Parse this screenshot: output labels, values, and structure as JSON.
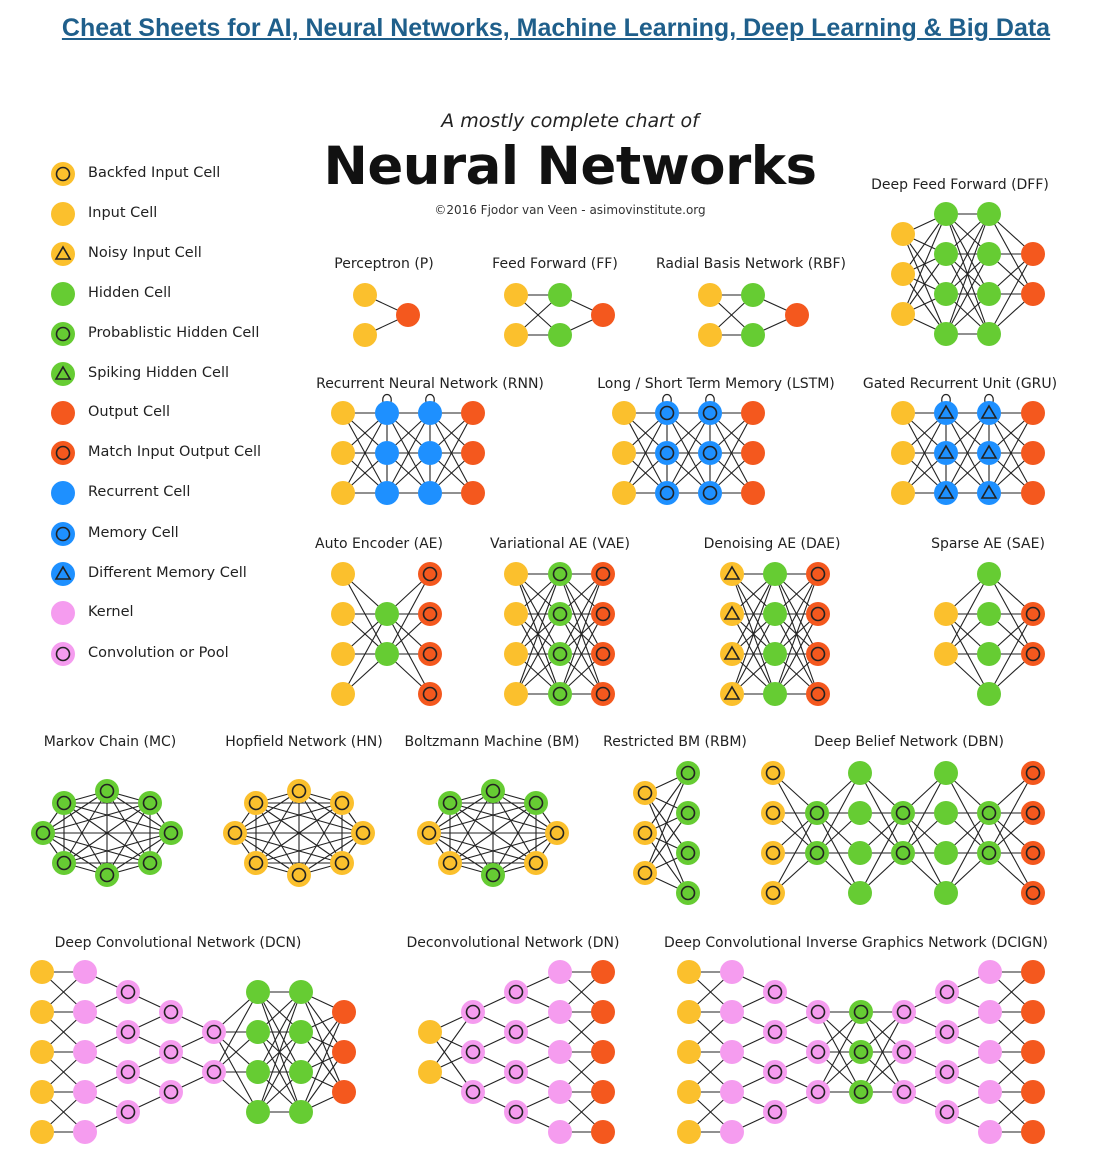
{
  "page_link": "Cheat Sheets for AI, Neural Networks, Machine Learning, Deep Learning & Big Data",
  "chart": {
    "subtitle": "A mostly complete chart of",
    "title": "Neural Networks",
    "credit": "©2016 Fjodor van Veen - asimovinstitute.org"
  },
  "colors": {
    "input": "#FBC02D",
    "hidden": "#66CC33",
    "output": "#F4581E",
    "recurrent": "#1E90FF",
    "kernel": "#F59CEF",
    "line": "#222222"
  },
  "legend": [
    {
      "label": "Backfed Input Cell",
      "icon": "backfed-input-cell-icon"
    },
    {
      "label": "Input Cell",
      "icon": "input-cell-icon"
    },
    {
      "label": "Noisy Input Cell",
      "icon": "noisy-input-cell-icon"
    },
    {
      "label": "Hidden Cell",
      "icon": "hidden-cell-icon"
    },
    {
      "label": "Probablistic Hidden Cell",
      "icon": "probablistic-hidden-cell-icon"
    },
    {
      "label": "Spiking Hidden Cell",
      "icon": "spiking-hidden-cell-icon"
    },
    {
      "label": "Output Cell",
      "icon": "output-cell-icon"
    },
    {
      "label": "Match Input Output Cell",
      "icon": "match-input-output-cell-icon"
    },
    {
      "label": "Recurrent Cell",
      "icon": "recurrent-cell-icon"
    },
    {
      "label": "Memory Cell",
      "icon": "memory-cell-icon"
    },
    {
      "label": "Different Memory Cell",
      "icon": "different-memory-cell-icon"
    },
    {
      "label": "Kernel",
      "icon": "kernel-icon"
    },
    {
      "label": "Convolution or Pool",
      "icon": "convolution-or-pool-icon"
    }
  ],
  "networks": [
    {
      "key": "dff",
      "label": "Deep Feed Forward (DFF)"
    },
    {
      "key": "p",
      "label": "Perceptron (P)"
    },
    {
      "key": "ff",
      "label": "Feed Forward (FF)"
    },
    {
      "key": "rbf",
      "label": "Radial Basis Network (RBF)"
    },
    {
      "key": "rnn",
      "label": "Recurrent Neural Network (RNN)"
    },
    {
      "key": "lstm",
      "label": "Long / Short Term Memory (LSTM)"
    },
    {
      "key": "gru",
      "label": "Gated Recurrent Unit (GRU)"
    },
    {
      "key": "ae",
      "label": "Auto Encoder (AE)"
    },
    {
      "key": "vae",
      "label": "Variational AE (VAE)"
    },
    {
      "key": "dae",
      "label": "Denoising AE (DAE)"
    },
    {
      "key": "sae",
      "label": "Sparse AE (SAE)"
    },
    {
      "key": "mc",
      "label": "Markov Chain (MC)"
    },
    {
      "key": "hn",
      "label": "Hopfield Network (HN)"
    },
    {
      "key": "bm",
      "label": "Boltzmann Machine (BM)"
    },
    {
      "key": "rbm",
      "label": "Restricted BM (RBM)"
    },
    {
      "key": "dbn",
      "label": "Deep Belief Network (DBN)"
    },
    {
      "key": "dcn",
      "label": "Deep Convolutional Network (DCN)"
    },
    {
      "key": "dn",
      "label": "Deconvolutional Network (DN)"
    },
    {
      "key": "dcign",
      "label": "Deep Convolutional Inverse Graphics Network (DCIGN)"
    }
  ]
}
